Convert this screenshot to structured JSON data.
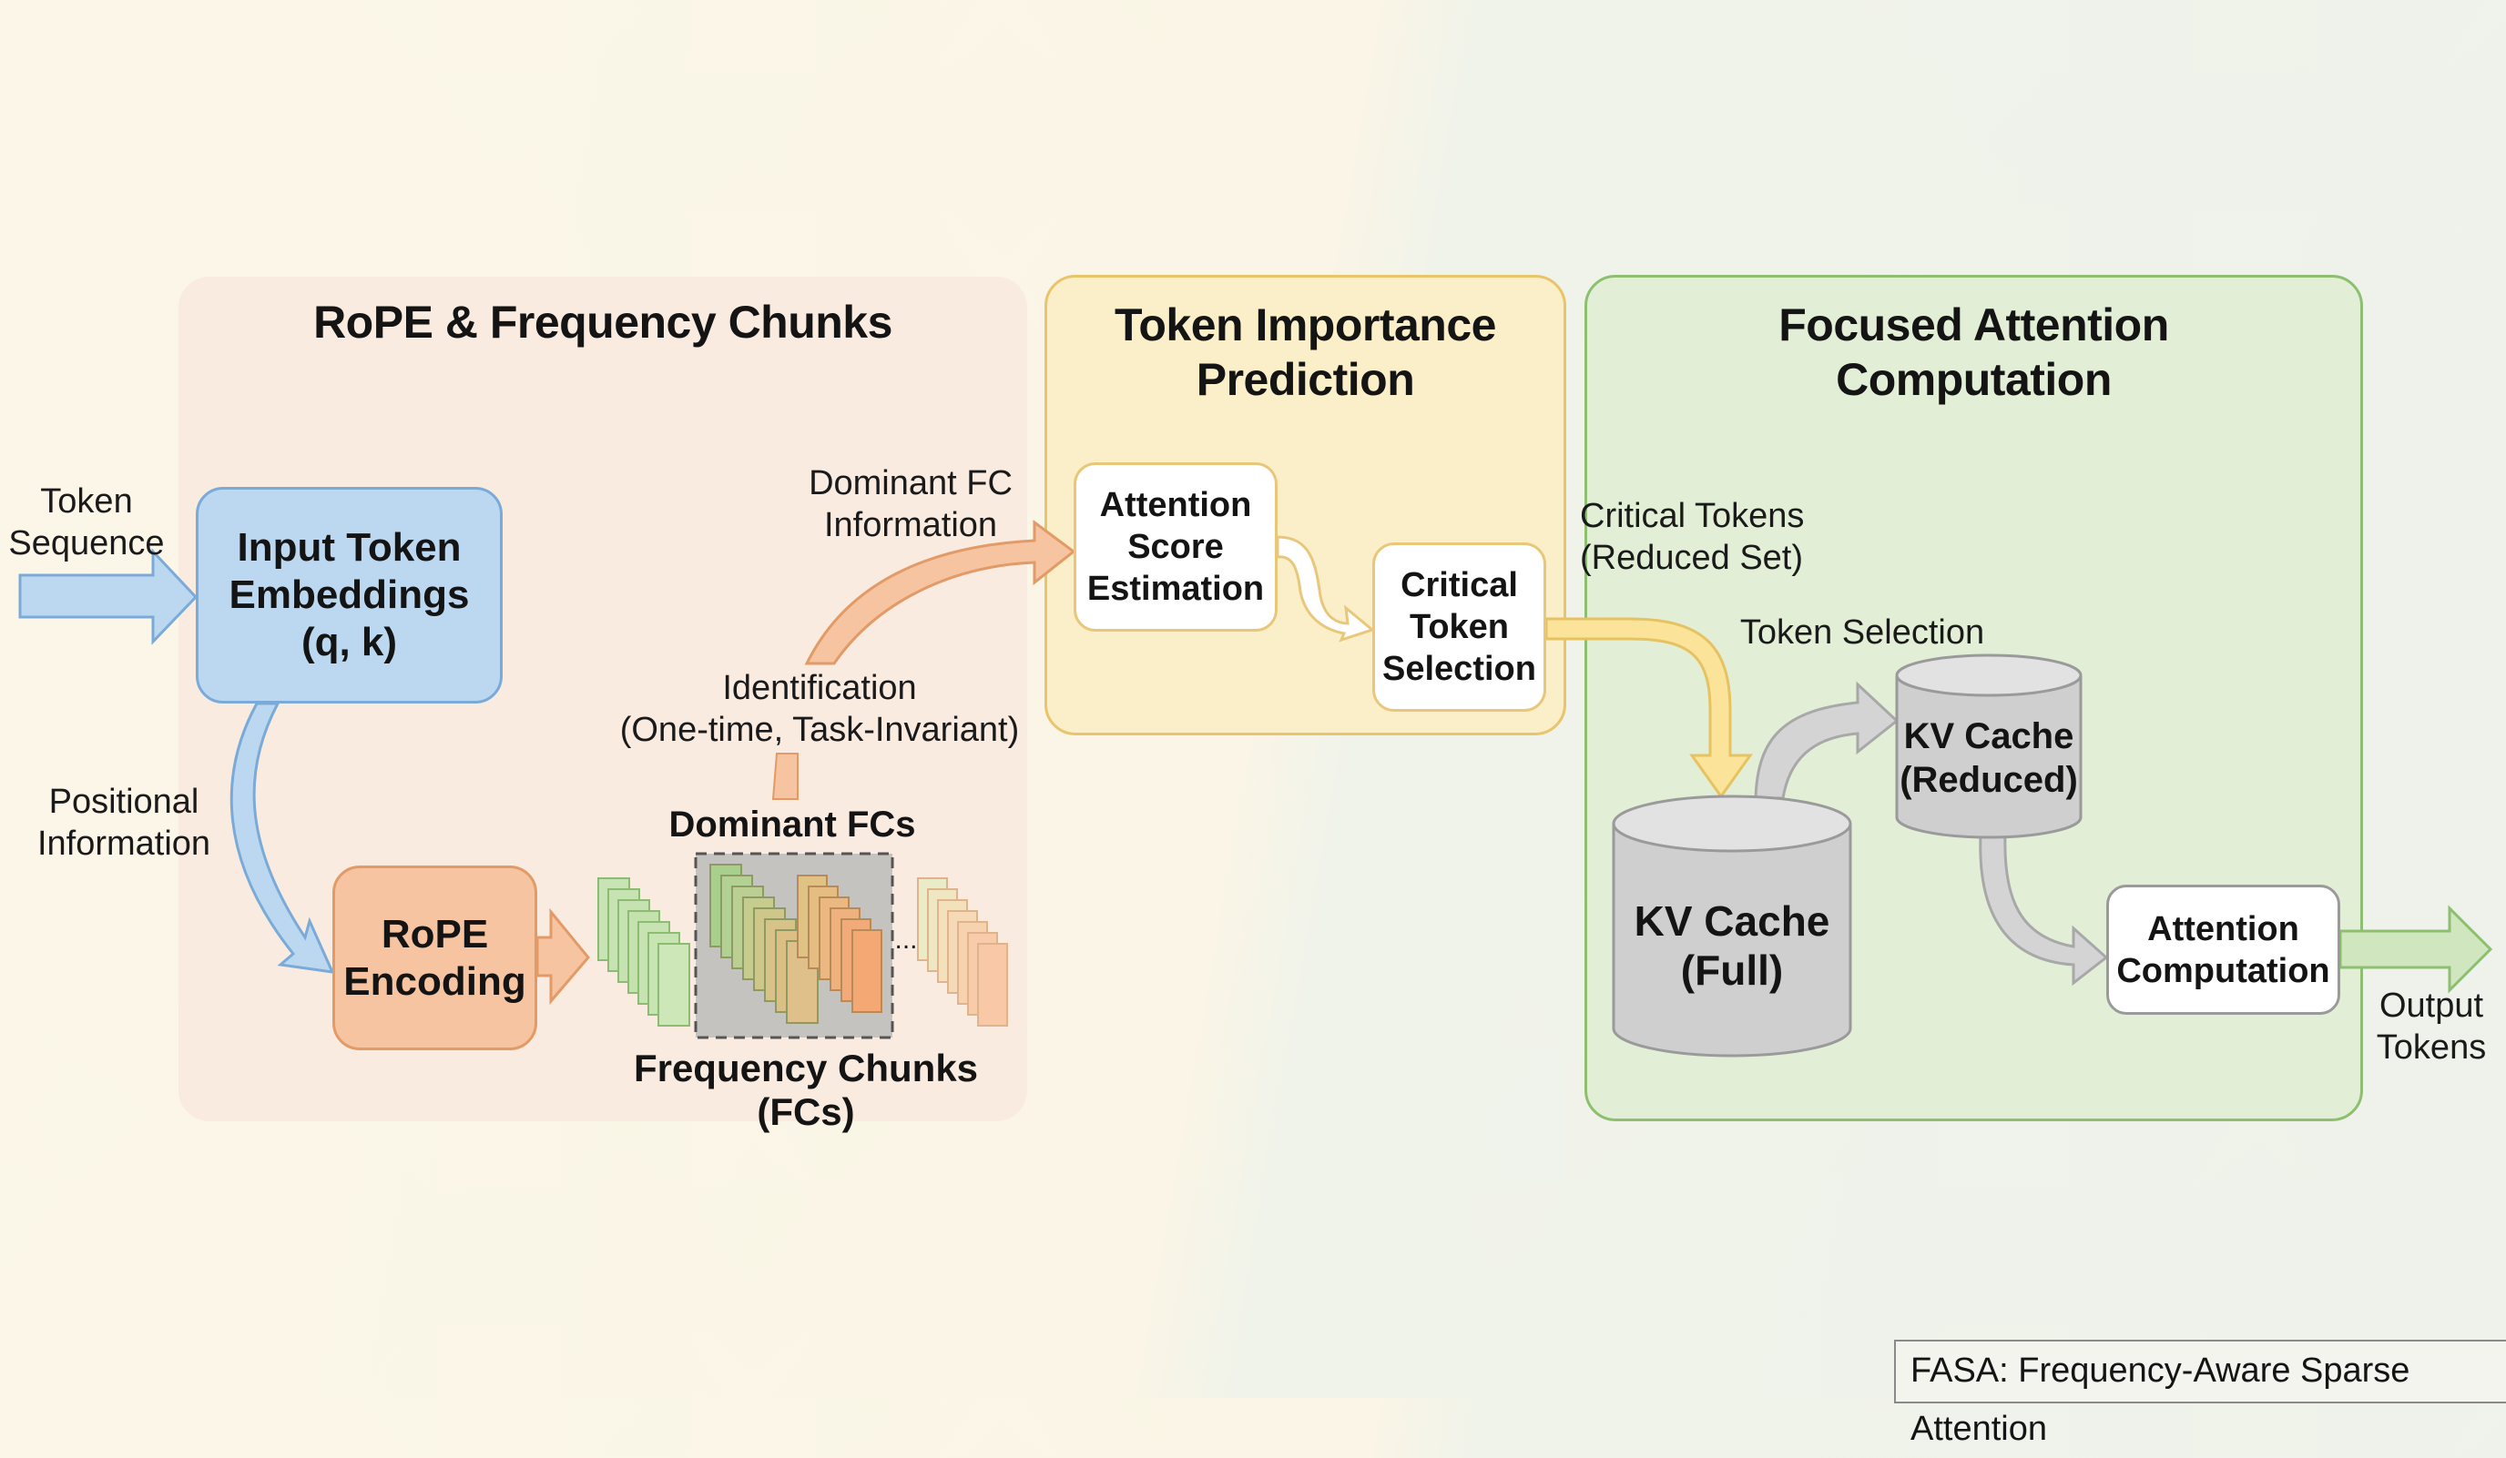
{
  "panels": {
    "rope": {
      "title": "RoPE & Frequency Chunks"
    },
    "importance": {
      "title": "Token Importance\nPrediction"
    },
    "focused": {
      "title": "Focused Attention\nComputation"
    }
  },
  "boxes": {
    "input_embeddings": "Input Token\nEmbeddings\n(q, k)",
    "rope_encoding": "RoPE\nEncoding",
    "attention_score": "Attention\nScore\nEstimation",
    "critical_token": "Critical\nToken\nSelection",
    "kv_full": "KV Cache\n(Full)",
    "kv_reduced": "KV Cache\n(Reduced)",
    "attention_computation": "Attention\nComputation"
  },
  "labels": {
    "token_sequence": "Token\nSequence",
    "positional_information": "Positional\nInformation",
    "dominant_fc_information": "Dominant FC\nInformation",
    "identification": "Identification\n(One-time, Task-Invariant)",
    "dominant_fcs": "Dominant FCs",
    "frequency_chunks": "Frequency Chunks (FCs)",
    "ellipsis": "...",
    "critical_tokens": "Critical Tokens\n(Reduced Set)",
    "token_selection": "Token Selection",
    "output_tokens": "Output\nTokens"
  },
  "footer": {
    "caption": "FASA: Frequency-Aware Sparse Attention"
  },
  "colors": {
    "rope_panel": "#f9ebe0",
    "importance_panel": "#fbefc9",
    "focused_panel": "#e2efd6",
    "blue": "#bcd8f0",
    "orange": "#f6c4a0",
    "yellow_arrow": "#fbe49a",
    "gray": "#d0d0d0",
    "green_arrow": "#cfe6bf"
  }
}
